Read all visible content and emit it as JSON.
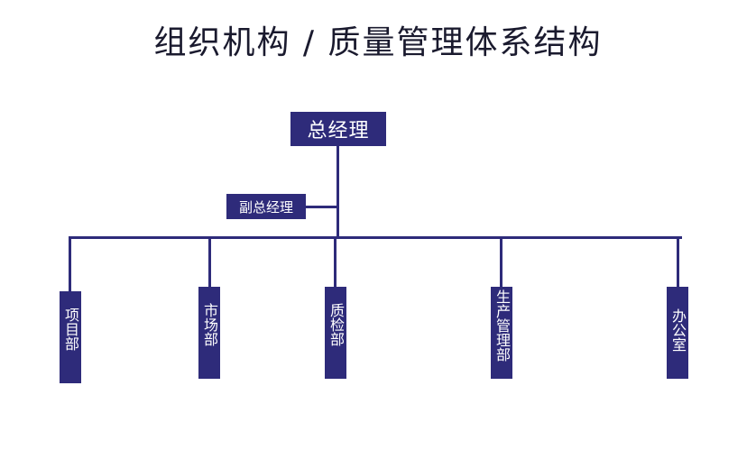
{
  "title": "组织机构 / 质量管理体系结构",
  "nodes": {
    "ceo": "总经理",
    "deputy": "副总经理",
    "departments": [
      "项目部",
      "市场部",
      "质检部",
      "生产管理部",
      "办公室"
    ]
  },
  "colors": {
    "box": "#2e2b7a",
    "line": "#2e2b7a",
    "title": "#1a1a2e"
  }
}
